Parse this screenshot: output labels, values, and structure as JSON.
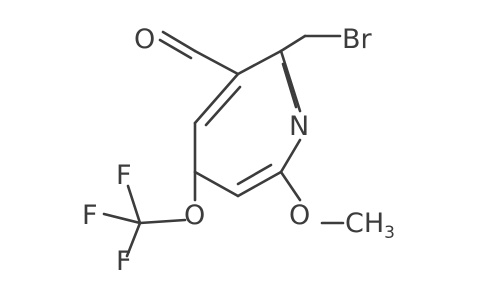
{
  "molecule": {
    "atoms": {
      "O_aldehyde": "O",
      "Br": "Br",
      "N": "N",
      "O_ether1": "O",
      "O_ether2": "O",
      "F1": "F",
      "F2": "F",
      "F3": "F",
      "CH3_C": "CH",
      "CH3_sub": "3"
    }
  }
}
